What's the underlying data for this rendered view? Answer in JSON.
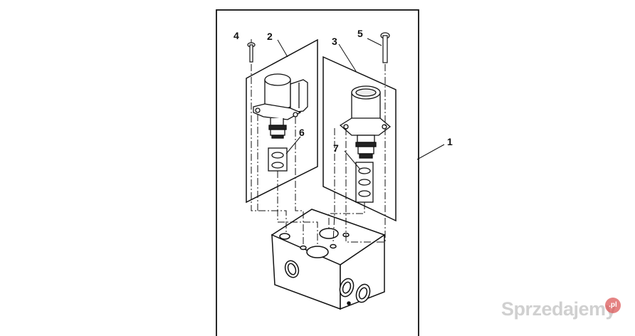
{
  "callouts": {
    "c1": "1",
    "c2": "2",
    "c3": "3",
    "c4": "4",
    "c5": "5",
    "c6": "6",
    "c7": "7"
  },
  "watermark": {
    "text": "Sprzedajemy",
    "suffix": ".pl"
  },
  "colors": {
    "line": "#111111",
    "background": "#ffffff"
  }
}
